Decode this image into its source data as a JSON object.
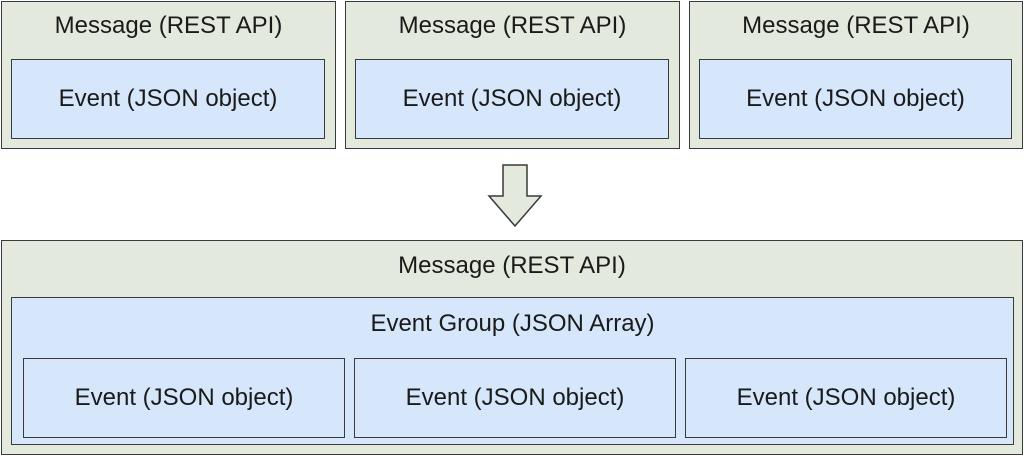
{
  "top_messages": [
    {
      "title": "Message (REST API)",
      "event": "Event (JSON object)"
    },
    {
      "title": "Message (REST API)",
      "event": "Event (JSON object)"
    },
    {
      "title": "Message (REST API)",
      "event": "Event (JSON object)"
    }
  ],
  "arrow": {
    "icon": "down-arrow-icon",
    "fill": "#e3e9dc"
  },
  "bottom_message": {
    "title": "Message (REST API)",
    "group": {
      "title": "Event Group (JSON Array)",
      "events": [
        "Event (JSON object)",
        "Event (JSON object)",
        "Event (JSON object)"
      ]
    }
  },
  "colors": {
    "message_fill": "#e3e9dc",
    "event_fill": "#d6e7fb",
    "border": "#3a3a3a"
  }
}
